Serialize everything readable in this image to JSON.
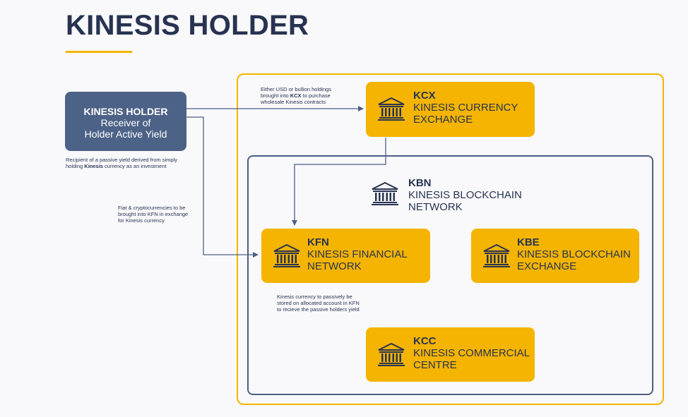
{
  "title": "KINESIS HOLDER",
  "holder": {
    "line1_bold": "KINESIS",
    "line1_rest": " HOLDER",
    "line2": "Receiver of",
    "line3": "Holder Active Yield"
  },
  "notes": {
    "holder_desc_1": "Recipient of a passive yield derived from simply",
    "holder_desc_2_pre": "holding ",
    "holder_desc_2_bold": "Kinesis",
    "holder_desc_2_post": " currency as an investment",
    "kcx_1": "Either USD or bullion holdings",
    "kcx_2_pre": "brought into ",
    "kcx_2_bold": "KCX",
    "kcx_2_post": " to purchase",
    "kcx_3": "wholesale Kinesis contracts",
    "fiat_1": "Fiat & cryptocurrencies to be",
    "fiat_2": "brought into KFN in exchange",
    "fiat_3": "for Kinesis currency",
    "kfn_1": "Kinesis currency to passively be",
    "kfn_2": "stored on allocated account in KFN",
    "kfn_3": "to recieve the passive holders yield"
  },
  "nodes": {
    "kcx": {
      "code": "KCX",
      "line1": "KINESIS CURRENCY",
      "line2": "EXCHANGE"
    },
    "kbn": {
      "code": "KBN",
      "line1": "KINESIS BLOCKCHAIN",
      "line2": "NETWORK"
    },
    "kfn": {
      "code": "KFN",
      "line1": "KINESIS FINANCIAL",
      "line2": "NETWORK"
    },
    "kbe": {
      "code": "KBE",
      "line1": "KINESIS BLOCKCHAIN",
      "line2": "EXCHANGE"
    },
    "kcc": {
      "code": "KCC",
      "line1": "KINESIS COMMERCIAL",
      "line2": "CENTRE"
    }
  },
  "colors": {
    "accent": "#f4b400",
    "holder_box": "#4d6287",
    "frame_inner": "#4d5f82",
    "text_dark": "#283352"
  },
  "icons": [
    "bank-building-icon"
  ]
}
